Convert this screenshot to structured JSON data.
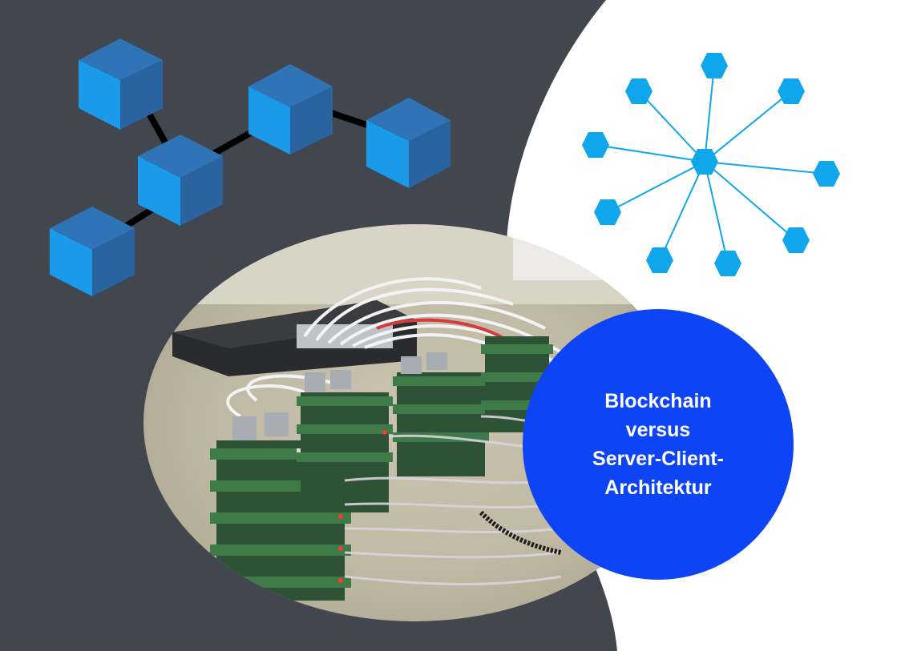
{
  "title": {
    "lines": [
      "Blockchain",
      "versus",
      "Server-Client-",
      "Architektur"
    ]
  },
  "colors": {
    "dark_background": "#41464f",
    "circle_fill": "#0d44f5",
    "cube_front": "#1a9ae8",
    "cube_side": "#2a64a0",
    "cube_top": "#2f74b6",
    "star_network": "#10a6ec",
    "chain_links": "#000000"
  },
  "icons": [
    "blockchain-cubes-icon",
    "server-client-star-icon"
  ],
  "photo": {
    "depicts": "raspberry-pi-cluster-with-network-switch"
  }
}
